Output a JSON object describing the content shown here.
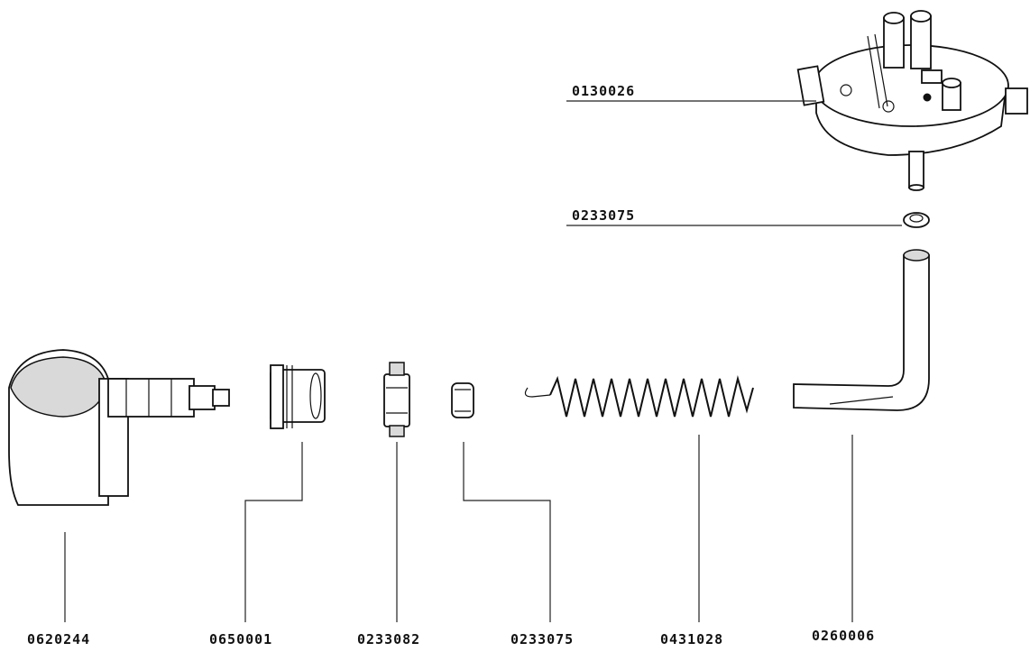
{
  "labels": {
    "pressure_switch": "0130026",
    "seal_top": "0233075",
    "cap_connector": "0620244",
    "grommet": "0650001",
    "sleeve": "0233082",
    "seal_bottom": "0233075",
    "spring": "0431028",
    "tube": "0260006"
  }
}
